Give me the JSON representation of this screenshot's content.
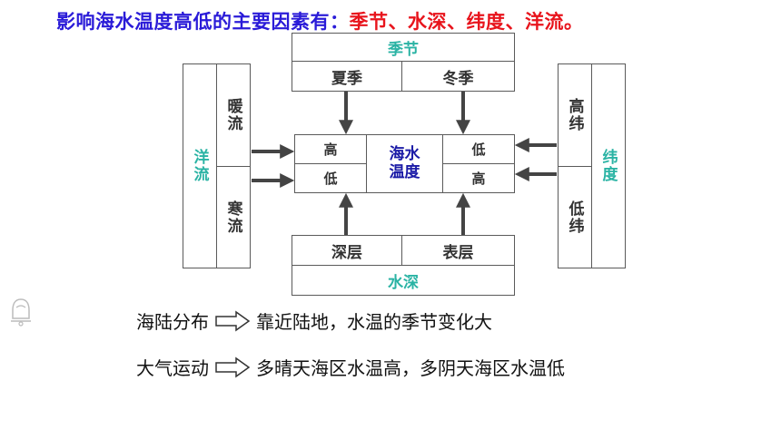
{
  "title": {
    "prefix": "影响海水温度高低的主要因素有：",
    "factors": "季节、水深、纬度、洋流。"
  },
  "diagram": {
    "season": {
      "label": "季节",
      "summer": "夏季",
      "winter": "冬季"
    },
    "depth": {
      "label": "水深",
      "deep": "深层",
      "surface": "表层"
    },
    "current": {
      "label": "洋流",
      "warm": "暖流",
      "cold": "寒流"
    },
    "latitude": {
      "label": "纬度",
      "high": "高纬",
      "low": "低纬"
    },
    "center": {
      "label": "海水温度",
      "left_top": "高",
      "left_bottom": "低",
      "right_top": "低",
      "right_bottom": "高"
    }
  },
  "notes": [
    {
      "factor": "海陆分布",
      "effect": "靠近陆地，水温的季节变化大"
    },
    {
      "factor": "大气运动",
      "effect": "多晴天海区水温高，多阴天海区水温低"
    }
  ],
  "colors": {
    "title_blue": "#2a1bd8",
    "title_red": "#e8141c",
    "teal": "#2ab3a4",
    "navy": "#1a1aa6"
  }
}
